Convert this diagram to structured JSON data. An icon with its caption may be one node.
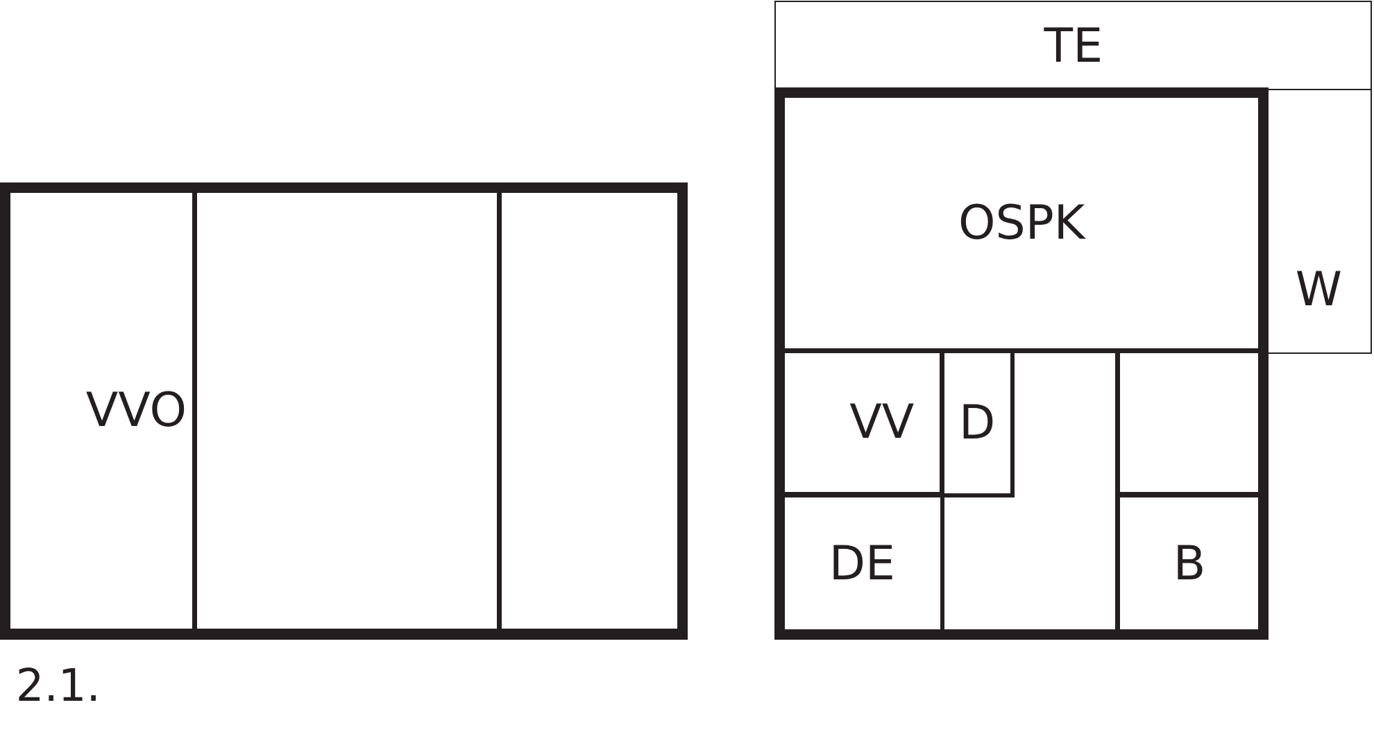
{
  "diagram": {
    "nodes": [
      {
        "text": [],
        "shape": "box"
      },
      {
        "text": [
          "VVO"
        ],
        "in": 0
      },
      {
        "text": [],
        "shape": "box",
        "in": 0
      },
      {
        "text": [],
        "shape": "box",
        "in": 0
      },
      {
        "text": [
          "TE"
        ]
      },
      {
        "text": [
          "W"
        ]
      },
      {
        "text": [],
        "shape": "box"
      },
      {
        "text": [
          "OSPK"
        ],
        "in": 6
      },
      {
        "text": [
          "VV"
        ],
        "in": 6
      },
      {
        "text": [
          "DE"
        ],
        "in": 6
      },
      {
        "text": [],
        "shape": "box",
        "in": 6
      },
      {
        "text": [
          "D"
        ],
        "in": 10
      },
      {
        "text": [],
        "shape": "box",
        "in": 6
      },
      {
        "text": [
          "B"
        ],
        "in": 6
      }
    ],
    "labels": [
      "2.1."
    ]
  }
}
